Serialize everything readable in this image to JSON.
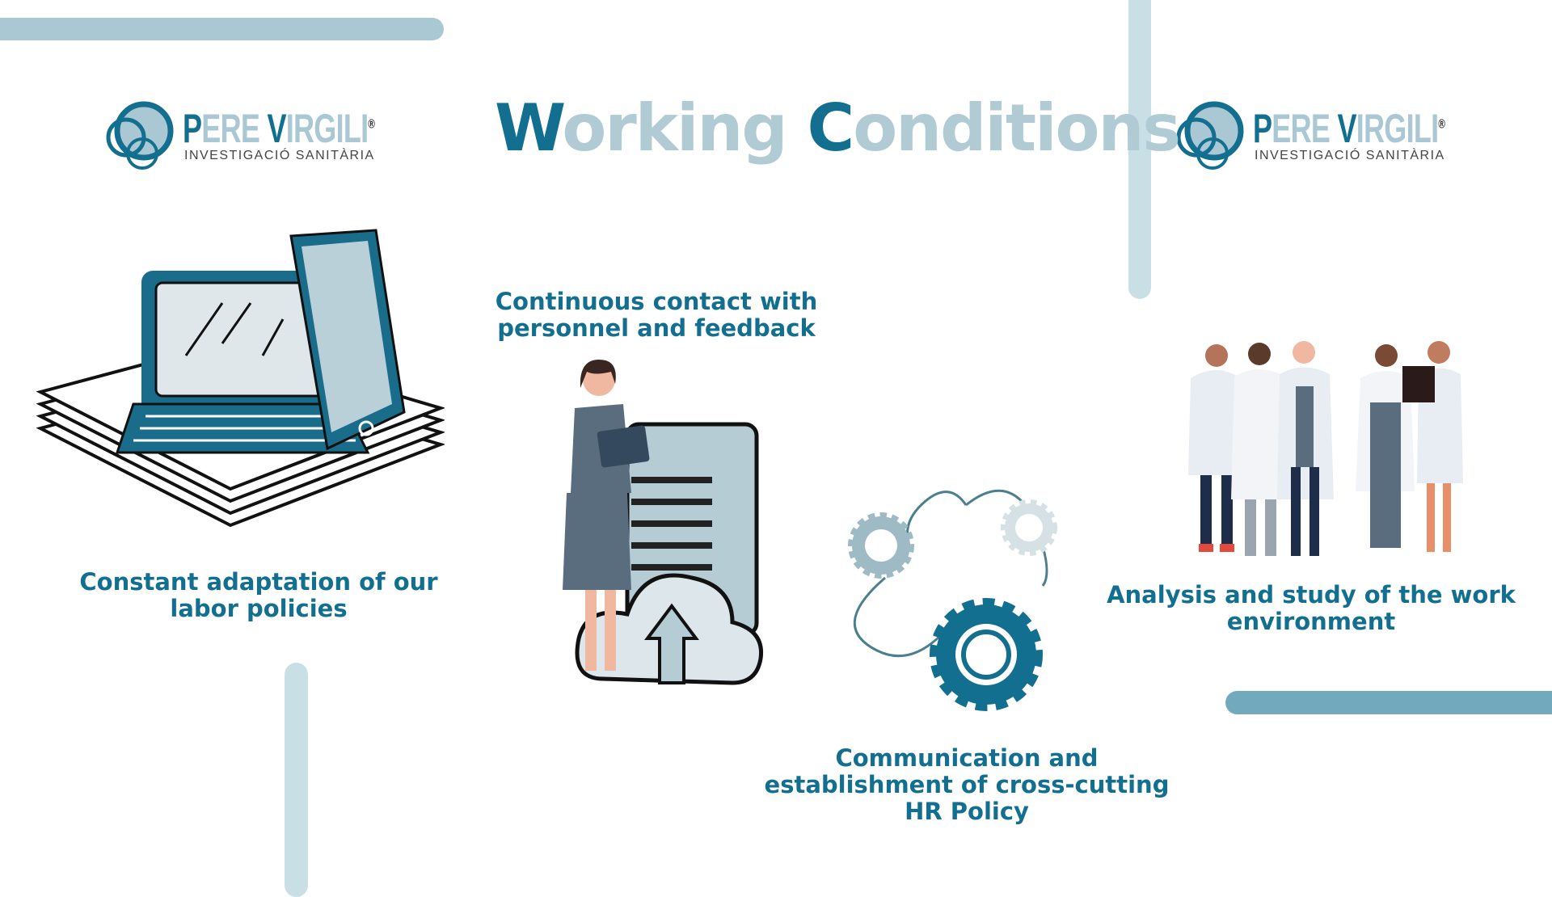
{
  "title": {
    "first_initial": "W",
    "first_rest": "orking ",
    "second_initial": "C",
    "second_rest": "onditions"
  },
  "logo": {
    "name_p": "P",
    "name_ere": "ERE ",
    "name_v": "V",
    "name_irgili": "IRGILI",
    "registered": "®",
    "subtitle": "INVESTIGACIÓ SANITÀRIA"
  },
  "items": [
    {
      "line1": "Constant adaptation of our",
      "line2": "labor policies"
    },
    {
      "line1": "Continuous contact with",
      "line2": "personnel and feedback"
    },
    {
      "line1": "Communication and",
      "line2": "establishment of cross-cutting",
      "line3": "HR Policy"
    },
    {
      "line1": "Analysis and study of the work",
      "line2": "environment"
    }
  ],
  "colors": {
    "primary": "#136f8f",
    "light": "#b1cbd4",
    "bar_top": "#a9c8d3",
    "bar_vertical": "#c9dfe6",
    "bar_right": "#72a9bd"
  }
}
